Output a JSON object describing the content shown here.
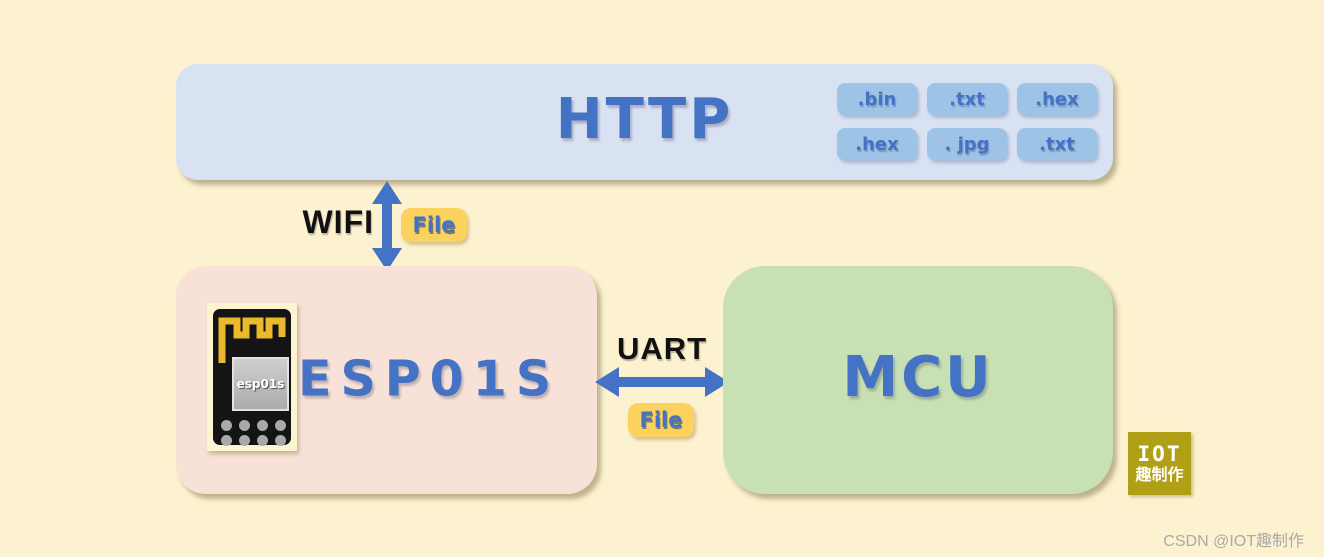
{
  "colors": {
    "background": "#fdf2cf",
    "http_box_bg": "#d9e2f3",
    "esp_box_bg": "#f8e2d8",
    "mcu_box_bg": "#c7e0b4",
    "badge_bg": "#9dc3e6",
    "file_badge_bg": "#fbd25e",
    "accent_blue": "#4472c4",
    "logo_bg": "#b1a016",
    "antenna_gold": "#eab92d"
  },
  "http_box": {
    "title": "HTTP",
    "badges": [
      ".bin",
      ".txt",
      ".hex",
      ".hex",
      ". jpg",
      ".txt"
    ]
  },
  "wifi_link": {
    "label": "WIFI",
    "file_badge_label": "File"
  },
  "uart_link": {
    "label": "UART",
    "file_badge_label": "File"
  },
  "esp_box": {
    "title": "ESP01S",
    "chip_label": "esp01s"
  },
  "mcu_box": {
    "title": "MCU"
  },
  "logo_badge": {
    "line1": "IOT",
    "line2": "趣制作"
  },
  "watermark": "CSDN @IOT趣制作"
}
